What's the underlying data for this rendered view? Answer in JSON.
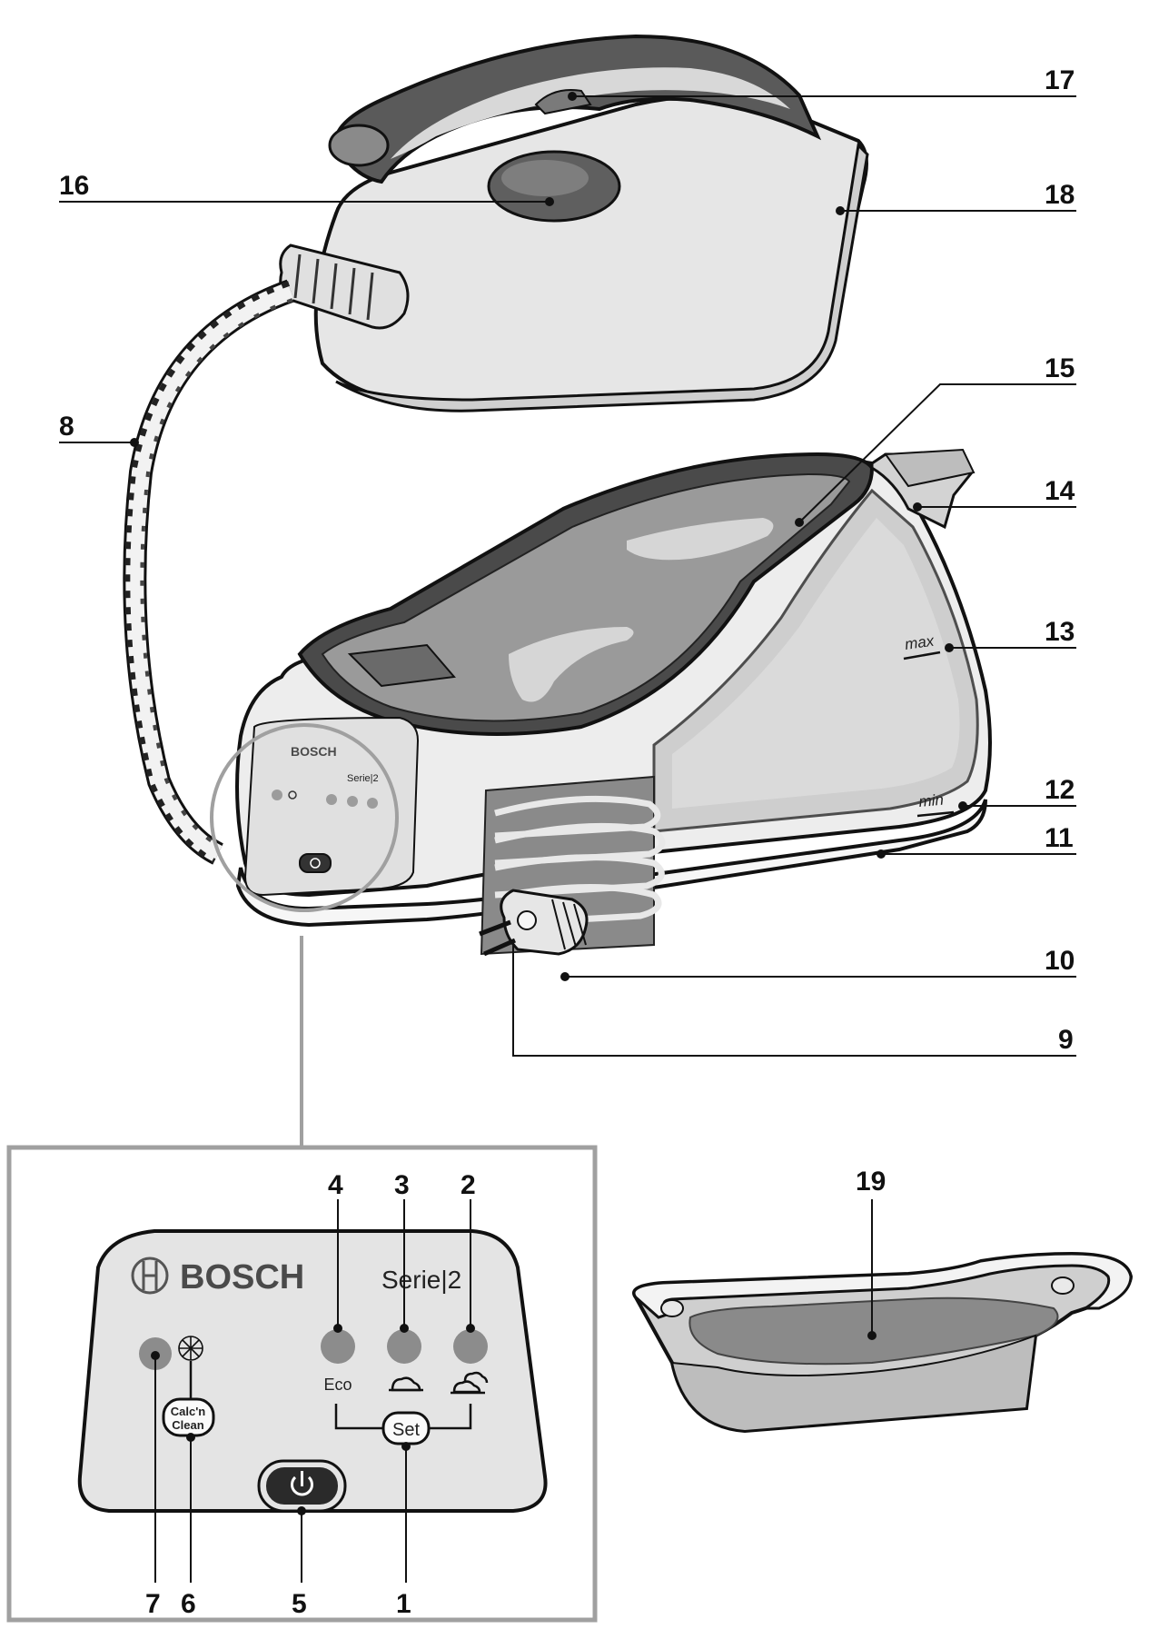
{
  "callouts": {
    "n1": "1",
    "n2": "2",
    "n3": "3",
    "n4": "4",
    "n5": "5",
    "n6": "6",
    "n7": "7",
    "n8": "8",
    "n9": "9",
    "n10": "10",
    "n11": "11",
    "n12": "12",
    "n13": "13",
    "n14": "14",
    "n15": "15",
    "n16": "16",
    "n17": "17",
    "n18": "18",
    "n19": "19"
  },
  "base_labels": {
    "max": "max",
    "min": "min",
    "brand_small": "BOSCH",
    "series_small": "Serie|2"
  },
  "control_panel": {
    "brand": "BOSCH",
    "series": "Serie|2",
    "eco_label": "Eco",
    "set_label": "Set",
    "calc_line1": "Calc'n",
    "calc_line2": "Clean"
  },
  "icons": [
    "power-icon",
    "steam-low-icon",
    "steam-high-icon",
    "descale-icon",
    "bosch-logo-icon"
  ],
  "colors": {
    "body_fill": "#ededed",
    "dark_fill": "#5a5a5a",
    "mid_fill": "#9c9c9c",
    "light_fill": "#d3d3d3",
    "indicator": "#8c8c8c",
    "frame": "#a0a0a0"
  }
}
